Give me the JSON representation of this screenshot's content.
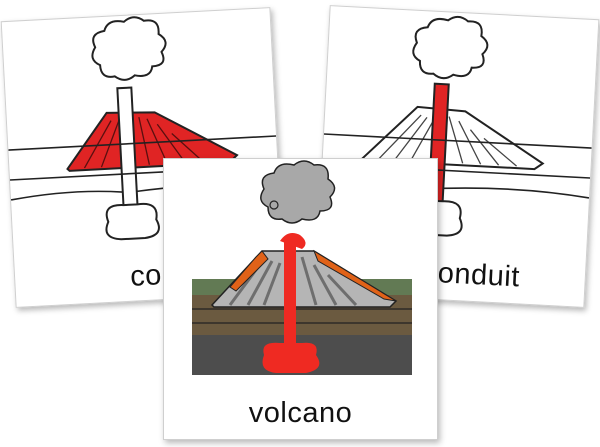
{
  "cards": [
    {
      "id": "left",
      "label": "cone",
      "highlight": "cone",
      "colors": {
        "highlight": "#e02424",
        "outline": "#222222",
        "fill": "#ffffff"
      }
    },
    {
      "id": "right",
      "label": "conduit",
      "highlight": "conduit",
      "colors": {
        "highlight": "#e02424",
        "outline": "#222222",
        "fill": "#ffffff"
      }
    },
    {
      "id": "front",
      "label": "volcano",
      "highlight": "all",
      "colors": {
        "lava": "#ef2a22",
        "lava_dark": "#e06218",
        "cone_grey": "#b5b5b5",
        "cone_stripe": "#6e6e6e",
        "smoke": "#a8a8a8",
        "ground_green": "#627a54",
        "crust_brown": "#6b5a40",
        "mantle": "#4d4d4d"
      }
    }
  ]
}
